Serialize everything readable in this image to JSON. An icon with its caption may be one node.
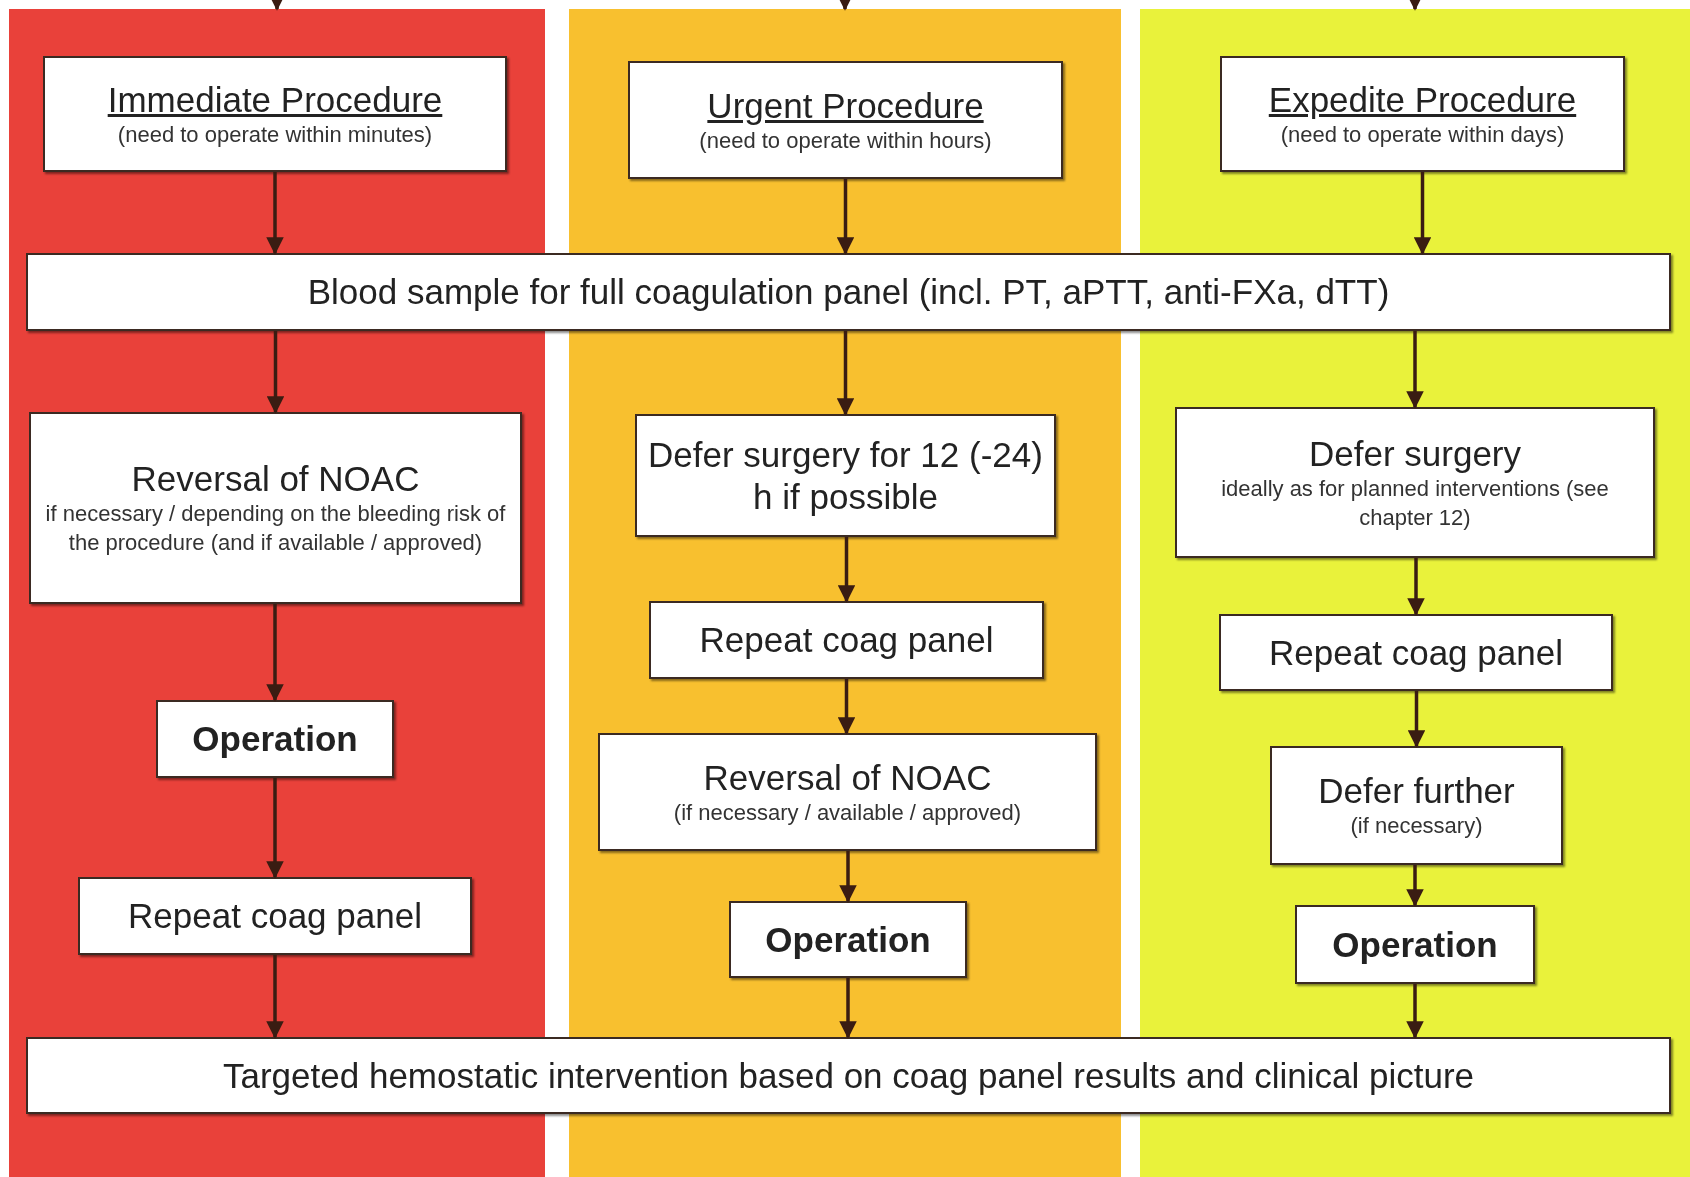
{
  "diagram": {
    "nodes": [
      {
        "text": [],
        "shape": "band"
      },
      {
        "text": [
          "Immediate Procedure",
          "(need to operate within minutes)"
        ],
        "in": 0
      },
      {
        "text": [],
        "shape": "band"
      },
      {
        "text": [
          "Urgent Procedure",
          "(need to operate within hours)"
        ],
        "in": 2
      },
      {
        "text": [],
        "shape": "band"
      },
      {
        "text": [
          "Expedite Procedure",
          "(need to operate within days)"
        ],
        "in": 4
      },
      {
        "text": [
          "Blood sample for full coagulation panel (incl. PT, aPTT, anti-FXa, dTT)"
        ]
      },
      {
        "text": [
          "Reversal of NOAC",
          "if necessary / depending on the bleeding risk of the procedure (and if available / approved)"
        ],
        "in": 0
      },
      {
        "text": [
          "Defer surgery for 12 (-24) h if possible"
        ],
        "in": 2
      },
      {
        "text": [
          "Defer surgery",
          "ideally as for planned interventions (see chapter 12)"
        ],
        "in": 4
      },
      {
        "text": [
          "Operation"
        ],
        "in": 0
      },
      {
        "text": [
          "Repeat coag panel"
        ],
        "in": 2
      },
      {
        "text": [
          "Repeat coag panel"
        ],
        "in": 4
      },
      {
        "text": [
          "Reversal of NOAC",
          "(if necessary / available / approved)"
        ],
        "in": 2
      },
      {
        "text": [
          "Defer further",
          "(if necessary)"
        ],
        "in": 4
      },
      {
        "text": [
          "Repeat coag panel"
        ],
        "in": 0
      },
      {
        "text": [
          "Operation"
        ],
        "in": 2
      },
      {
        "text": [
          "Operation"
        ],
        "in": 4
      },
      {
        "text": [
          "Targeted hemostatic intervention based on coag panel results and clinical picture"
        ]
      }
    ],
    "edges": [
      {
        "from": null,
        "to": 0,
        "arrow": "to"
      },
      {
        "from": null,
        "to": 2,
        "arrow": "to"
      },
      {
        "from": null,
        "to": 4,
        "arrow": "to"
      },
      {
        "from": 1,
        "to": 6,
        "arrow": "to"
      },
      {
        "from": 3,
        "to": 6,
        "arrow": "to"
      },
      {
        "from": 5,
        "to": 6,
        "arrow": "to"
      },
      {
        "from": 6,
        "to": 7,
        "arrow": "to"
      },
      {
        "from": 6,
        "to": 8,
        "arrow": "to"
      },
      {
        "from": 6,
        "to": 9,
        "arrow": "to"
      },
      {
        "from": 7,
        "to": 10,
        "arrow": "to"
      },
      {
        "from": 10,
        "to": 15,
        "arrow": "to"
      },
      {
        "from": 15,
        "to": 18,
        "arrow": "to"
      },
      {
        "from": 8,
        "to": 11,
        "arrow": "to"
      },
      {
        "from": 11,
        "to": 13,
        "arrow": "to"
      },
      {
        "from": 13,
        "to": 16,
        "arrow": "to"
      },
      {
        "from": 16,
        "to": 18,
        "arrow": "to"
      },
      {
        "from": 9,
        "to": 12,
        "arrow": "to"
      },
      {
        "from": 12,
        "to": 14,
        "arrow": "to"
      },
      {
        "from": 14,
        "to": 17,
        "arrow": "to"
      },
      {
        "from": 17,
        "to": 18,
        "arrow": "to"
      }
    ]
  }
}
